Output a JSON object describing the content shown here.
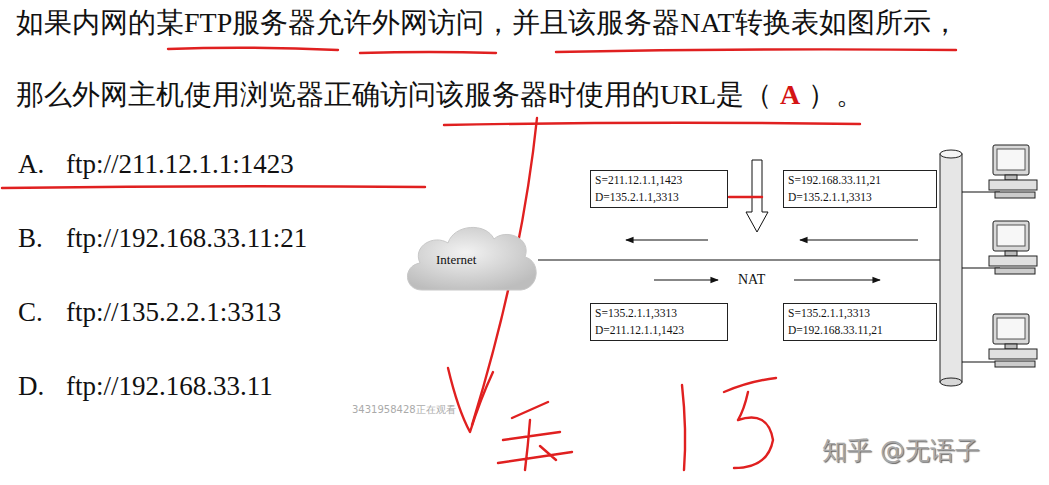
{
  "diagram": {
    "nodes": [
      {
        "text": [
          "S=211.12.1.1,1423",
          "D=135.2.1.1,3313"
        ]
      },
      {
        "text": [
          "S=192.168.33.11,21",
          "D=135.2.1.1,3313"
        ]
      },
      {
        "text": [
          "Internet"
        ]
      },
      {
        "text": [
          "S=135.2.1.1,3313",
          "D=211.12.1.1,1423"
        ]
      },
      {
        "text": [
          "S=135.2.1.1,3313",
          "D=192.168.33.11,21"
        ]
      }
    ],
    "labels": [
      "如果内网的某FTP服务器允许外网访问，并且该服务器NAT转换表如图所示，",
      "那么外网主机使用浏览器正确访问该服务器时使用的URL是（",
      "A",
      "）。",
      "A.",
      "ftp://211.12.1.1:1423",
      "B.",
      "ftp://192.168.33.11:21",
      "C.",
      "ftp://135.2.2.1:3313",
      "D.",
      "ftp://192.168.33.11",
      "NAT",
      "3431958428正在观看",
      "知乎 @无语子"
    ]
  }
}
